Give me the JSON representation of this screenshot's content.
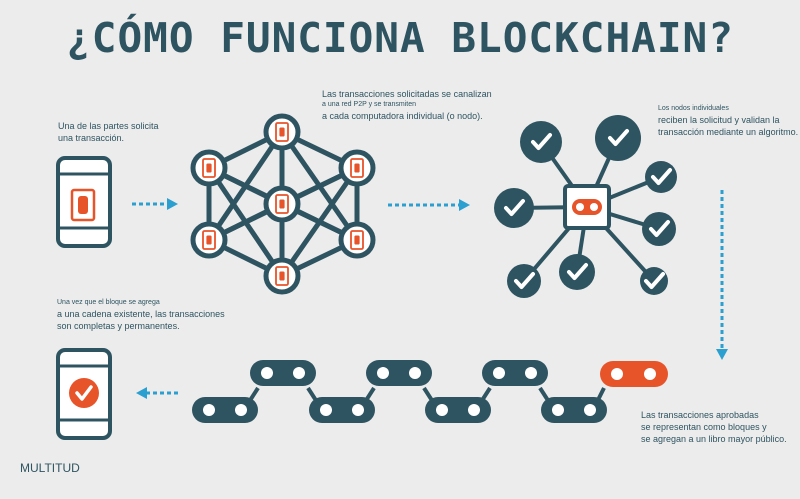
{
  "title": "¿CÓMO FUNCIONA BLOCKCHAIN?",
  "captions": {
    "step1": [
      "Una de las partes solicita",
      "una transacción."
    ],
    "step2": [
      "Las transacciones solicitadas se canalizan",
      "a una red P2P y se transmiten",
      "a cada computadora individual (o nodo)."
    ],
    "step3": [
      "Los nodos individuales",
      "reciben la solicitud y validan la",
      "transacción mediante un algoritmo."
    ],
    "step4": [
      "Las transacciones aprobadas",
      "se representan como bloques y",
      "se agregan a un libro mayor público."
    ],
    "step5": [
      "Una vez que el bloque se agrega",
      "a una cadena existente, las transacciones",
      "son completas y permanentes."
    ]
  },
  "brand": "MULTITUD",
  "colors": {
    "dark": "#2e5461",
    "accent": "#e8542a",
    "arrow": "#2b9fd0",
    "bg": "#ececec"
  }
}
